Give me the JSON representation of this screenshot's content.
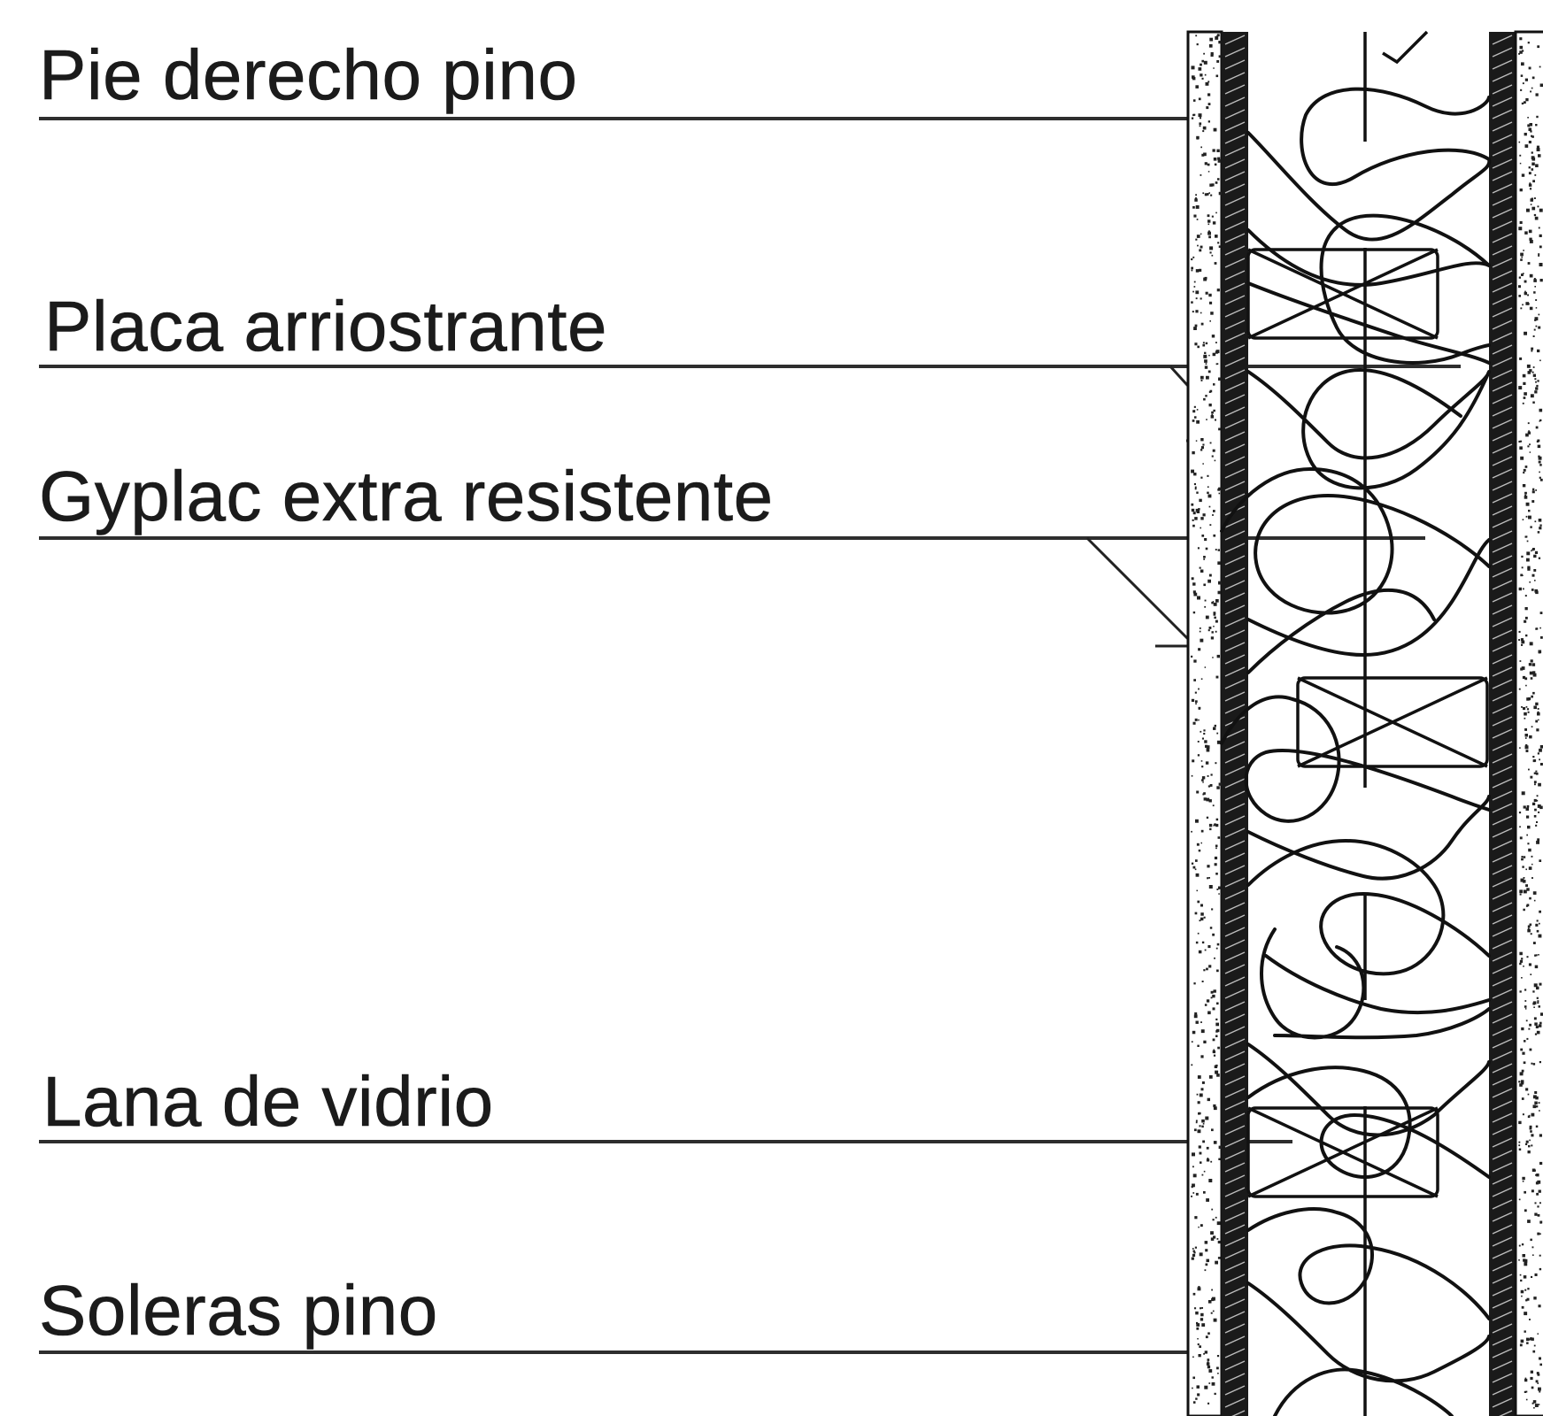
{
  "labels": {
    "pie_derecho": "Pie derecho pino",
    "placa": "Placa arriostrante",
    "gyplac": "Gyplac extra resistente",
    "lana": "Lana de vidrio",
    "soleras": "Soleras pino"
  },
  "colors": {
    "ink": "#111111",
    "text": "#1b1b1b",
    "paper": "#ffffff"
  }
}
